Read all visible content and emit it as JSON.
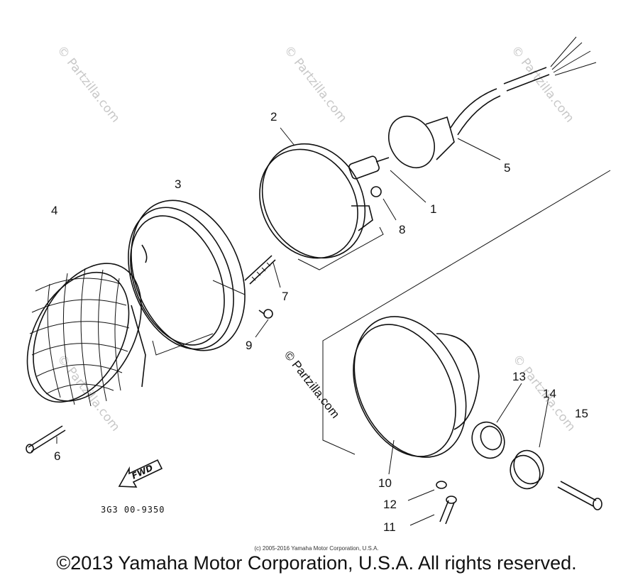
{
  "callouts": {
    "c1": "1",
    "c2": "2",
    "c3": "3",
    "c4": "4",
    "c5": "5",
    "c6": "6",
    "c7": "7",
    "c8": "8",
    "c9": "9",
    "c10": "10",
    "c11": "11",
    "c12": "12",
    "c13": "13",
    "c14": "14",
    "c15": "15"
  },
  "watermark": "© Partzilla.com",
  "fwd_label": "FWD",
  "drawing_code": "3G3 00-9350",
  "small_notice": "(c) 2005-2016 Yamaha Motor Corporation, U.S.A.",
  "copyright": "©2013 Yamaha Motor Corporation, U.S.A. All rights reserved."
}
